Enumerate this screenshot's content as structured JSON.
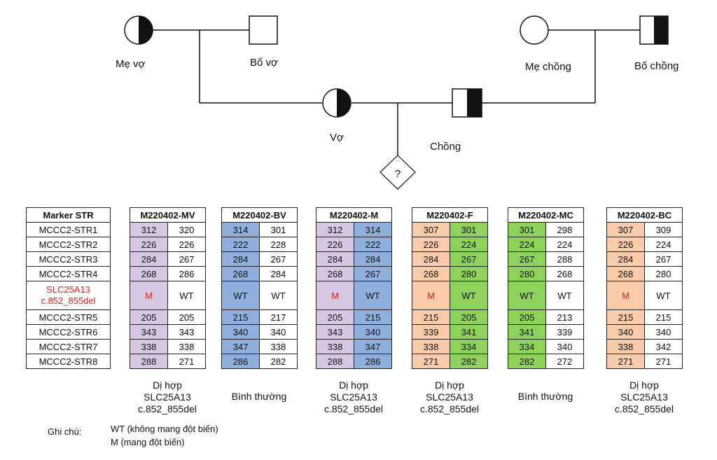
{
  "pedigree": {
    "me_vo": "Mẹ vợ",
    "bo_vo": "Bố vợ",
    "me_chong": "Mẹ chồng",
    "bo_chong": "Bố chồng",
    "vo": "Vợ",
    "chong": "Chồng",
    "fetus": "?"
  },
  "table": {
    "marker_header": "Marker STR",
    "markers": [
      "MCCC2-STR1",
      "MCCC2-STR2",
      "MCCC2-STR3",
      "MCCC2-STR4",
      "SLC25A13 c.852_855del",
      "MCCC2-STR5",
      "MCCC2-STR6",
      "MCCC2-STR7",
      "MCCC2-STR8"
    ],
    "mutation_marker": [
      "SLC25A13",
      "c.852_855del"
    ],
    "samples": [
      {
        "name": "M220402-MV",
        "c1": [
          "312",
          "226",
          "284",
          "268",
          "M",
          "205",
          "343",
          "338",
          "288"
        ],
        "c2": [
          "320",
          "226",
          "267",
          "286",
          "WT",
          "205",
          "343",
          "338",
          "271"
        ],
        "color1": "#d6c8e2",
        "color2": "#ffffff",
        "caption": [
          "Dị hợp",
          "SLC25A13",
          "c.852_855del"
        ]
      },
      {
        "name": "M220402-BV",
        "c1": [
          "314",
          "222",
          "284",
          "268",
          "WT",
          "215",
          "340",
          "347",
          "286"
        ],
        "c2": [
          "301",
          "228",
          "267",
          "284",
          "WT",
          "217",
          "340",
          "338",
          "282"
        ],
        "color1": "#8fb0dc",
        "color2": "#ffffff",
        "caption": [
          "Bình thường"
        ]
      },
      {
        "name": "M220402-M",
        "c1": [
          "312",
          "226",
          "284",
          "268",
          "M",
          "205",
          "343",
          "338",
          "288"
        ],
        "c2": [
          "314",
          "222",
          "284",
          "267",
          "WT",
          "215",
          "340",
          "347",
          "286"
        ],
        "color1": "#d6c8e2",
        "color2": "#8fb0dc",
        "caption": [
          "Dị hợp",
          "SLC25A13",
          "c.852_855del"
        ]
      },
      {
        "name": "M220402-F",
        "c1": [
          "307",
          "226",
          "284",
          "268",
          "M",
          "215",
          "339",
          "338",
          "271"
        ],
        "c2": [
          "301",
          "224",
          "267",
          "280",
          "WT",
          "205",
          "341",
          "334",
          "282"
        ],
        "color1": "#f9cba8",
        "color2": "#8dd25a",
        "caption": [
          "Dị hợp",
          "SLC25A13",
          "c.852_855del"
        ]
      },
      {
        "name": "M220402-MC",
        "c1": [
          "301",
          "224",
          "267",
          "280",
          "WT",
          "205",
          "341",
          "334",
          "282"
        ],
        "c2": [
          "298",
          "224",
          "288",
          "268",
          "WT",
          "213",
          "339",
          "340",
          "272"
        ],
        "color1": "#8dd25a",
        "color2": "#ffffff",
        "caption": [
          "Bình thường"
        ]
      },
      {
        "name": "M220402-BC",
        "c1": [
          "307",
          "226",
          "284",
          "268",
          "M",
          "215",
          "340",
          "338",
          "271"
        ],
        "c2": [
          "309",
          "224",
          "267",
          "280",
          "WT",
          "215",
          "340",
          "342",
          "271"
        ],
        "color1": "#f9cba8",
        "color2": "#ffffff",
        "caption": [
          "Dị hợp",
          "SLC25A13",
          "c.852_855del"
        ]
      }
    ]
  },
  "notes": {
    "label": "Ghi chú:",
    "wt": "WT (không mang đột biến)",
    "m": "M (mang đột biến)"
  }
}
